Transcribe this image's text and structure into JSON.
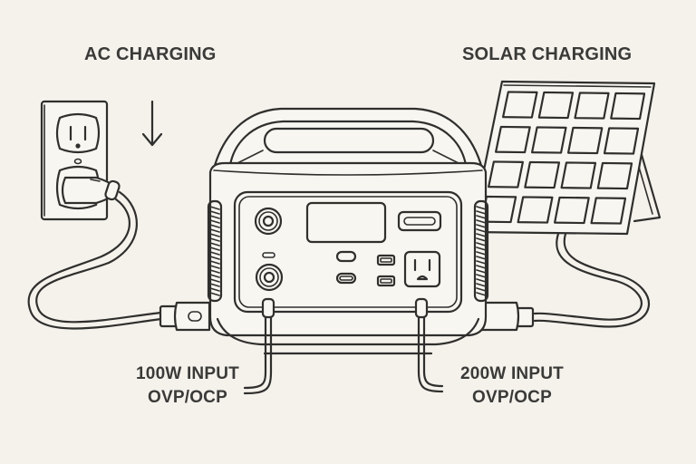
{
  "diagram": {
    "title_left": "AC CHARGING",
    "title_right": "SOLAR CHARGING",
    "left_input": {
      "line1": "100W INPUT",
      "line2": "OVP/OCP"
    },
    "right_input": {
      "line1": "200W INPUT",
      "line2": "OVP/OCP"
    },
    "icons": {
      "wall_outlet": "wall-outlet-icon",
      "down_arrow": "arrow-down-icon",
      "power_station": "power-station-icon",
      "solar_panel": "solar-panel-icon"
    },
    "colors": {
      "background": "#f5f2ec",
      "line": "#2f2f2d",
      "text": "#3a3a38"
    }
  }
}
